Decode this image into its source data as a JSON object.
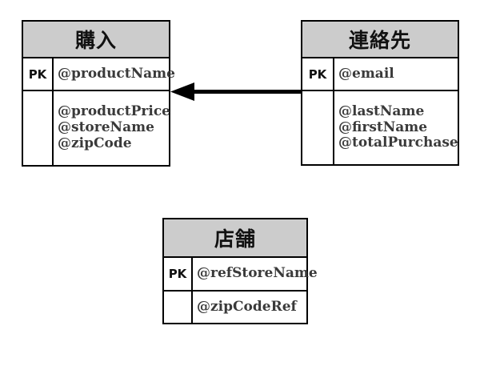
{
  "diagram": {
    "type": "entity-relationship-diagram",
    "background_color": "#ffffff",
    "header_fill": "#cccccc",
    "line_color": "#000000",
    "attribute_text_color": "#3a3a3a",
    "entities": [
      {
        "id": "purchase",
        "title": "購入",
        "key_label": "PK",
        "primary_key": "@productName",
        "attributes": [
          "@productPrice",
          "@storeName",
          "@zipCode"
        ]
      },
      {
        "id": "contact",
        "title": "連絡先",
        "key_label": "PK",
        "primary_key": "@email",
        "attributes": [
          "@lastName",
          "@firstName",
          "@totalPurchase"
        ]
      },
      {
        "id": "store",
        "title": "店舗",
        "key_label": "PK",
        "primary_key": "@refStoreName",
        "attributes": [
          "@zipCodeRef"
        ]
      }
    ],
    "relationships": [
      {
        "id": "contact-to-purchase",
        "from": "連絡先",
        "to": "購入",
        "style": "solid-line",
        "arrowhead": "filled-triangle",
        "direction": "left"
      }
    ]
  }
}
